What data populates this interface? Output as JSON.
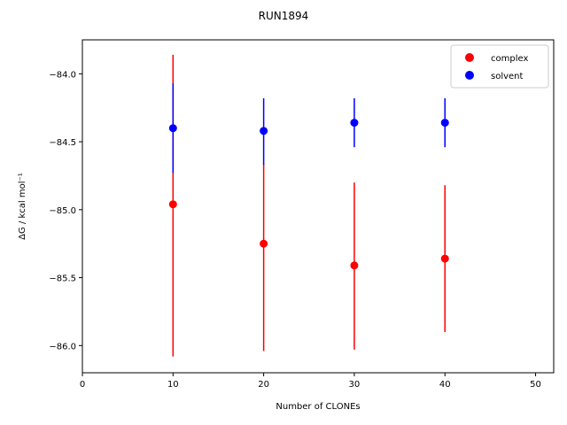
{
  "chart_data": {
    "type": "scatter",
    "title": "RUN1894",
    "xlabel": "Number of CLONEs",
    "ylabel": "ΔG / kcal mol⁻¹",
    "xlim": [
      0,
      52
    ],
    "ylim": [
      -86.2,
      -83.75
    ],
    "xticks": [
      0,
      10,
      20,
      30,
      40,
      50
    ],
    "yticks": [
      -86.0,
      -85.5,
      -85.0,
      -84.5,
      -84.0
    ],
    "xtick_labels": [
      "0",
      "10",
      "20",
      "30",
      "40",
      "50"
    ],
    "ytick_labels": [
      "−86.0",
      "−85.5",
      "−85.0",
      "−84.5",
      "−84.0"
    ],
    "legend_position": "top-right",
    "series": [
      {
        "name": "complex",
        "color": "#ff0000",
        "x": [
          10,
          20,
          30,
          40
        ],
        "y": [
          -84.96,
          -85.25,
          -85.41,
          -85.36
        ],
        "yerr_low": [
          -86.08,
          -86.04,
          -86.03,
          -85.9
        ],
        "yerr_high": [
          -83.86,
          -84.66,
          -84.8,
          -84.82
        ]
      },
      {
        "name": "solvent",
        "color": "#0000ff",
        "x": [
          10,
          20,
          30,
          40
        ],
        "y": [
          -84.4,
          -84.42,
          -84.36,
          -84.36
        ],
        "yerr_low": [
          -84.73,
          -84.67,
          -84.54,
          -84.54
        ],
        "yerr_high": [
          -84.07,
          -84.18,
          -84.18,
          -84.18
        ]
      }
    ]
  }
}
